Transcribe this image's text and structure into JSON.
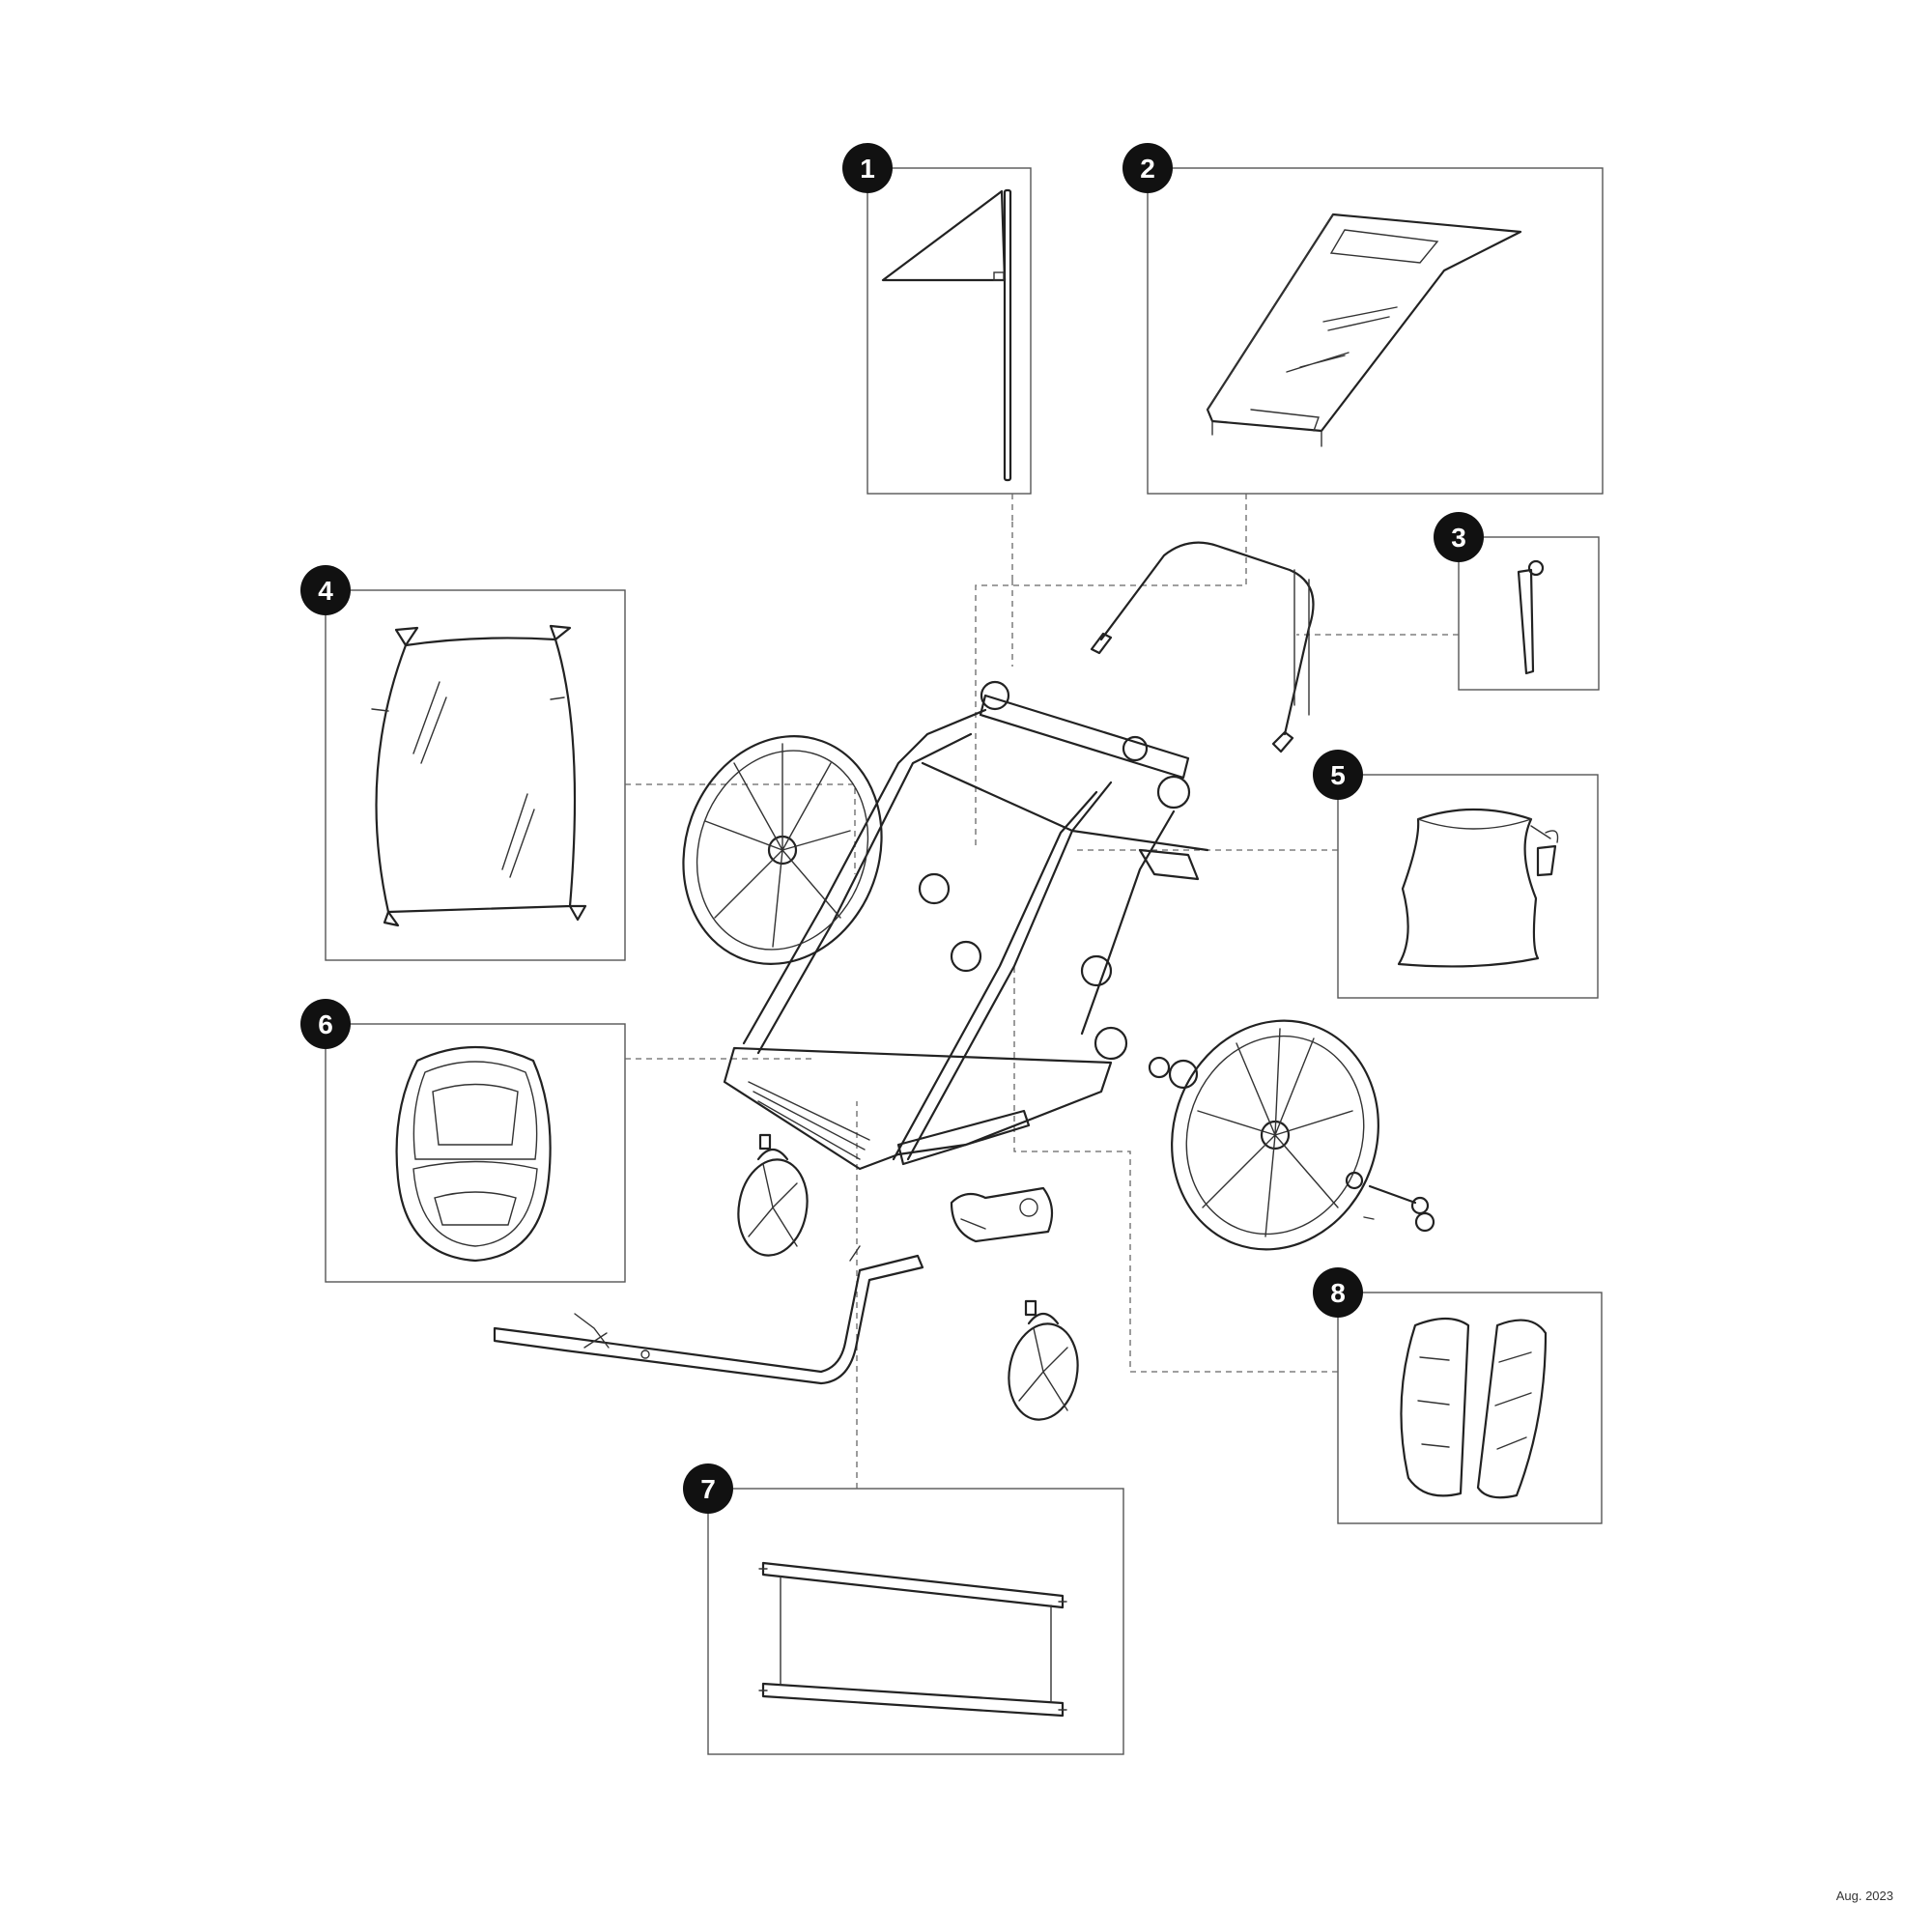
{
  "callouts": [
    {
      "label": "1",
      "icon": "flag-icon"
    },
    {
      "label": "2",
      "icon": "rain-cover-icon"
    },
    {
      "label": "3",
      "icon": "strap-icon"
    },
    {
      "label": "4",
      "icon": "window-panel-icon"
    },
    {
      "label": "5",
      "icon": "storage-bag-icon"
    },
    {
      "label": "6",
      "icon": "seat-pad-icon"
    },
    {
      "label": "7",
      "icon": "mesh-panel-icon"
    },
    {
      "label": "8",
      "icon": "side-pads-icon"
    }
  ],
  "footer": {
    "date": "Aug. 2023"
  }
}
